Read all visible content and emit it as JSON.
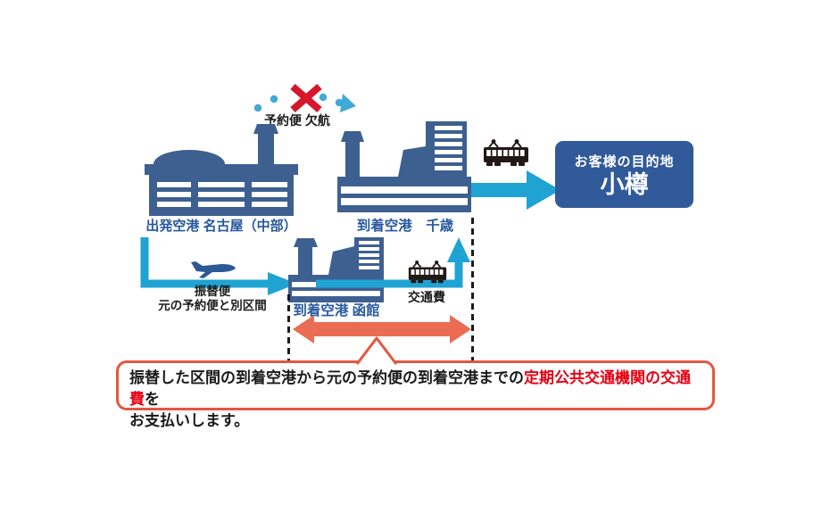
{
  "colors": {
    "building": "#3d6090",
    "label": "#27599e",
    "arrow": "#1fa3d2",
    "dot": "#3fa9d8",
    "cancel": "#d6162b",
    "salmon": "#ea6c52",
    "bubble_border": "#e4573f",
    "highlight": "#e60012",
    "dest_bg": "#305a99",
    "train": "#221815",
    "plane": "#2d5896",
    "text": "#1a1a1a"
  },
  "diagram": {
    "canceled_flight": "予約便 欠航",
    "departure_airport": "出発空港 名古屋（中部）",
    "arrival_airport_main": "到着空港　千歳",
    "arrival_airport_diverted": "到着空港 函館",
    "substitute_flight_line1": "振替便",
    "substitute_flight_line2": "元の予約便と別区間",
    "transport_fee": "交通費",
    "destination": {
      "title": "お客様の目的地",
      "city": "小樽"
    },
    "note": {
      "line1_prefix": "振替した区間の到着空港から元の予約便の到着空港までの",
      "line1_highlight": "定期公共交通機関の交通費",
      "line1_suffix": "を",
      "line2": "お支払いします。"
    },
    "icons": {
      "airplane_icon": "airplane silhouette",
      "train_icon": "electric train silhouette",
      "cancel_x_icon": "red X (flight canceled)",
      "dotted_route_icon": "dotted flight arc with arrowhead"
    }
  }
}
